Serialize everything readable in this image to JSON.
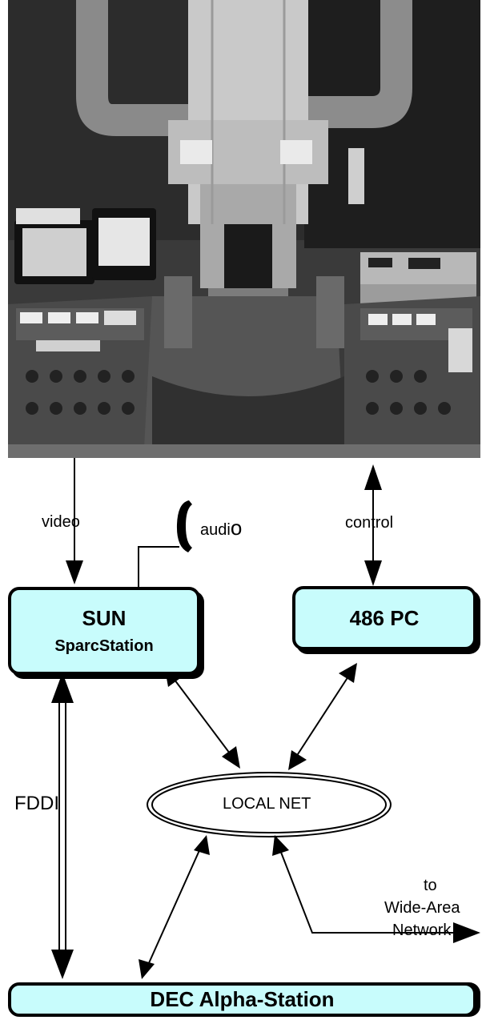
{
  "photo": {
    "subject": "electron-microscope-console"
  },
  "links": {
    "video": "video",
    "audio": "audi",
    "audio_tail": "o",
    "control": "control",
    "fddi": "FDDI",
    "wan_1": "to",
    "wan_2": "Wide-Area",
    "wan_3": "Network"
  },
  "nodes": {
    "sun_title": "SUN",
    "sun_subtitle": "SparcStation",
    "pc": "486 PC",
    "local_net": "LOCAL NET",
    "dec": "DEC Alpha-Station"
  },
  "colors": {
    "box_fill": "#c8fcfc",
    "stroke": "#000000"
  }
}
